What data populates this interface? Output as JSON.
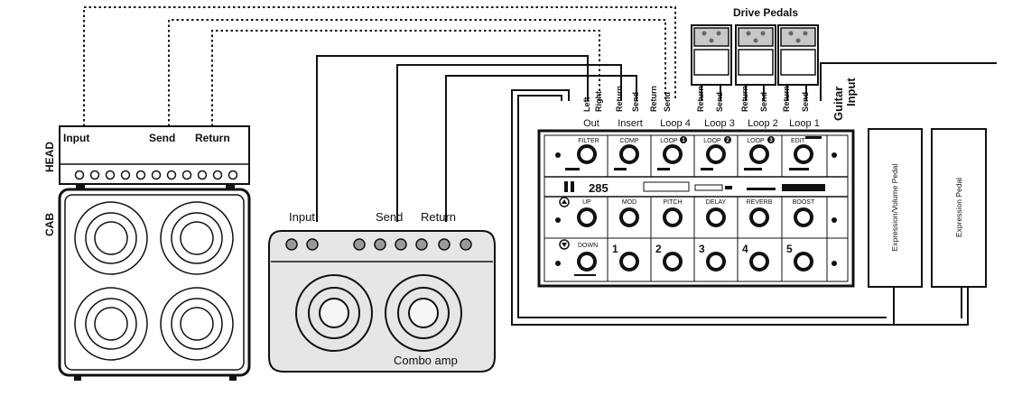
{
  "labels": {
    "drive_pedals": "Drive Pedals",
    "head": "HEAD",
    "cab": "CAB",
    "head_input": "Input",
    "head_send": "Send",
    "head_return": "Return",
    "combo_input": "Input",
    "combo_send": "Send",
    "combo_return": "Return",
    "combo_amp": "Combo amp",
    "guitar_input_1": "Guitar",
    "guitar_input_2": "Input",
    "expression_volume_pedal": "Expression/Volume Pedal",
    "expression_pedal": "Expression Pedal"
  },
  "jack_groups": [
    {
      "name": "Out",
      "jacks": [
        "Left",
        "Right"
      ]
    },
    {
      "name": "Insert",
      "jacks": [
        "Return",
        "Send"
      ]
    },
    {
      "name": "Loop 4",
      "jacks": [
        "Return",
        "Send"
      ]
    },
    {
      "name": "Loop 3",
      "jacks": [
        "Return",
        "Send"
      ]
    },
    {
      "name": "Loop 2",
      "jacks": [
        "Return",
        "Send"
      ]
    },
    {
      "name": "Loop 1",
      "jacks": [
        "Return",
        "Send"
      ]
    }
  ],
  "controller": {
    "top_row": [
      "FILTER",
      "COMP",
      "LOOP",
      "LOOP",
      "LOOP",
      "EDIT"
    ],
    "top_row_badges": [
      "",
      "",
      "1",
      "2",
      "3",
      ""
    ],
    "mid_row": [
      "UP",
      "MOD",
      "PITCH",
      "DELAY",
      "REVERB",
      "BOOST"
    ],
    "bottom_row": [
      "DOWN",
      "1",
      "2",
      "3",
      "4",
      "5"
    ],
    "display_text": "285"
  }
}
